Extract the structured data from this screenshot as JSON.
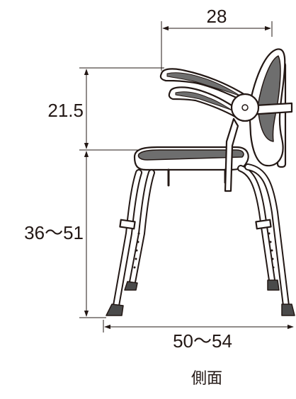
{
  "dimensions": {
    "armrest_width": "28",
    "arm_height": "21.5",
    "seat_height": "36～51",
    "depth": "50～54"
  },
  "caption": "側面",
  "colors": {
    "line": "#231815",
    "seat_fill": "#6e6e6e",
    "tube_fill": "#ffffff"
  }
}
